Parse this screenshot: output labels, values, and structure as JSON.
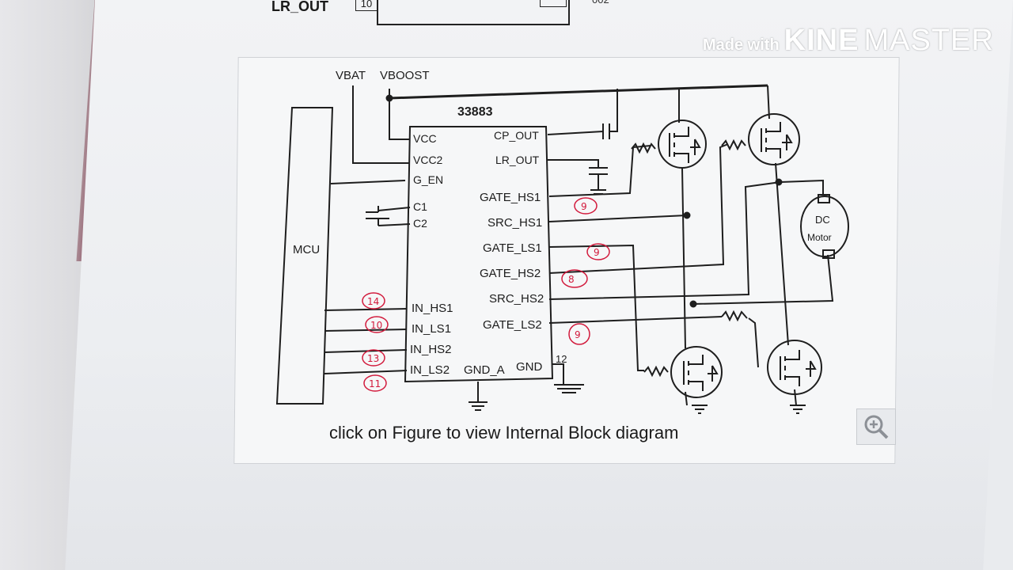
{
  "watermark": {
    "made_with": "Made with",
    "brand_bold": "KINE",
    "brand_rest": "MASTER"
  },
  "top_fragment": {
    "label": "LR_OUT",
    "pin": "10",
    "trailing": "002"
  },
  "diagram": {
    "supply_vbat": "VBAT",
    "supply_vboost": "VBOOST",
    "chip_name": "33883",
    "mcu_label": "MCU",
    "left_pins": [
      "VCC",
      "VCC2",
      "G_EN",
      "C1",
      "C2",
      "IN_HS1",
      "IN_LS1",
      "IN_HS2",
      "IN_LS2"
    ],
    "right_pins": [
      "CP_OUT",
      "LR_OUT",
      "GATE_HS1",
      "SRC_HS1",
      "GATE_LS1",
      "GATE_HS2",
      "SRC_HS2",
      "GATE_LS2",
      "GND"
    ],
    "bottom_pin": "GND_A",
    "motor_label_1": "DC",
    "motor_label_2": "Motor",
    "pin_twelve": "12",
    "handwritten": [
      "9",
      "9",
      "8",
      "9",
      "14",
      "10",
      "13",
      "11"
    ]
  },
  "caption": "click on Figure to view Internal Block diagram",
  "icons": {
    "zoom": "magnifier-zoom-icon"
  }
}
